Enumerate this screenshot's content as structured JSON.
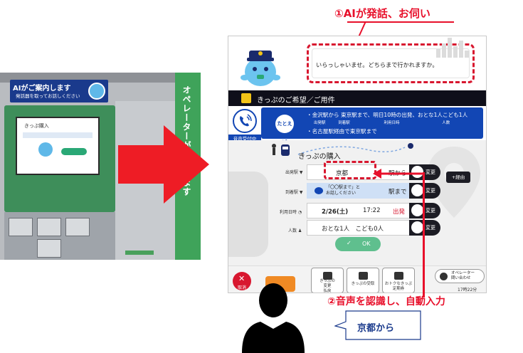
{
  "photo": {
    "ad_title": "AIがご案内します",
    "ad_subtitle": "発話器を取ってお話しください",
    "operator_vertical": "オペレーターがいたします",
    "screen_title": "きっぷ購入"
  },
  "annotations": {
    "step1": "①AIが発話、お伺い",
    "step2": "②音声を認識し、自動入力",
    "user_speech": "京都から"
  },
  "screen": {
    "ai_message": "いらっしゃいませ。どちらまで行かれますか。",
    "title": "きっぷのご希望／ご用件",
    "voice_label": "音声受付中",
    "example": {
      "tag": "たとえば",
      "line1": "・金沢駅から 東京駅まで、明日10時の出発、おとな1人こども1人",
      "sub_from": "出発駅",
      "sub_to": "到着駅",
      "sub_date": "利用日時",
      "sub_people": "人数",
      "line2": "・名古屋駅経由で東京駅まで"
    },
    "purchase_title": "きっぷの購入",
    "rows": {
      "departure": {
        "label": "出発駅",
        "value": "京都",
        "suffix": "駅から",
        "change": "変更"
      },
      "via": "+経由",
      "arrival": {
        "label": "到着駅",
        "hint": "「〇〇駅まで」と\nお話しください",
        "suffix": "駅まで",
        "change": "変更"
      },
      "datetime": {
        "label": "利用日時",
        "date": "2/26(土)",
        "time": "17:22",
        "mode": "出発",
        "change": "変更"
      },
      "people": {
        "label": "人数",
        "value": "おとな1人　こども0人",
        "change": "変更"
      }
    },
    "ok": "OK",
    "bottom": {
      "cancel": "取消",
      "change_refund": "きっぷの\n変更\n払戻",
      "ticket_pickup": "きっぷの受取",
      "discount": "おトクなきっぷ\n定期券",
      "operator": "オペレーター\n問い合わせ",
      "time_left": "17時22分"
    }
  }
}
